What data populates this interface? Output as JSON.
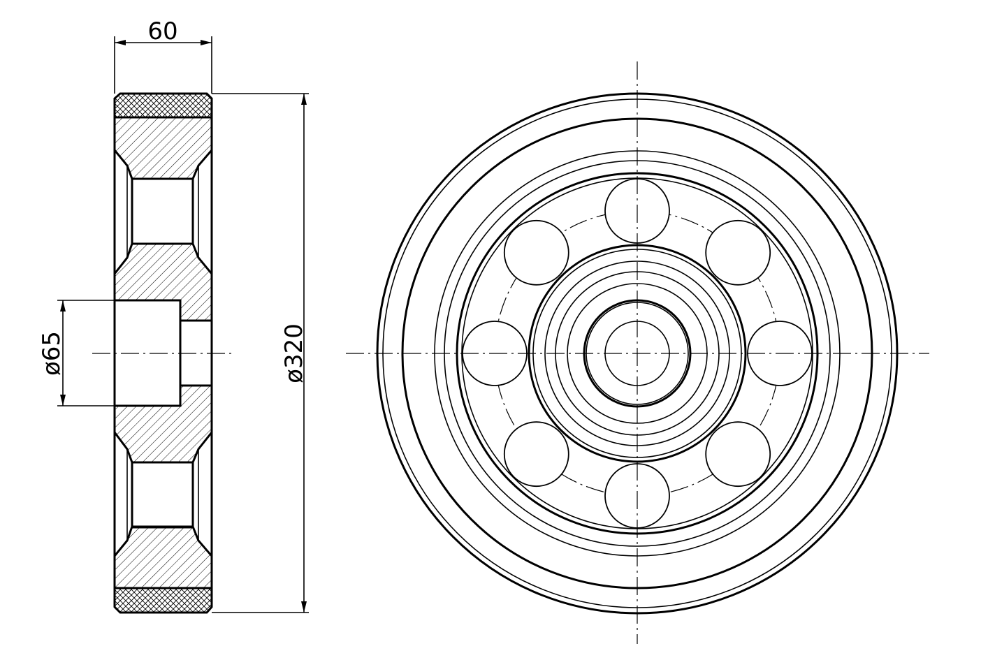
{
  "dimensions": {
    "width_label": "60",
    "bore_label": "ø65",
    "outer_label": "ø320"
  },
  "front_view": {
    "ball_count": 8
  },
  "colors": {
    "line": "#000000",
    "background": "#ffffff"
  }
}
